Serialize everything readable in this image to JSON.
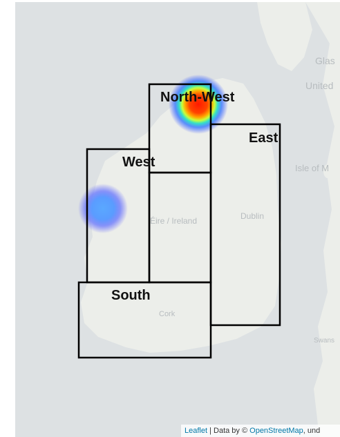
{
  "map": {
    "regions": [
      {
        "name": "North-West"
      },
      {
        "name": "East"
      },
      {
        "name": "West"
      },
      {
        "name": "South"
      }
    ],
    "tile_labels": {
      "glasgow": "Glas",
      "united_kingdom": "United",
      "isle_of_man": "Isle of M",
      "ireland": "Éire / Ireland",
      "dublin": "Dublin",
      "cork": "Cork",
      "swansea": "Swans"
    },
    "heat_points": [
      {
        "area": "north-west",
        "intensity": "high"
      },
      {
        "area": "west",
        "intensity": "low"
      }
    ],
    "colors": {
      "sea": "#dde1e3",
      "land": "#eceeea",
      "region_border": "#000000",
      "heat_high": "#ff0000",
      "heat_low": "#4d8cff"
    }
  },
  "attribution": {
    "leaflet_link": "Leaflet",
    "separator": " | Data by © ",
    "osm_link": "OpenStreetMap",
    "suffix": ", und"
  }
}
